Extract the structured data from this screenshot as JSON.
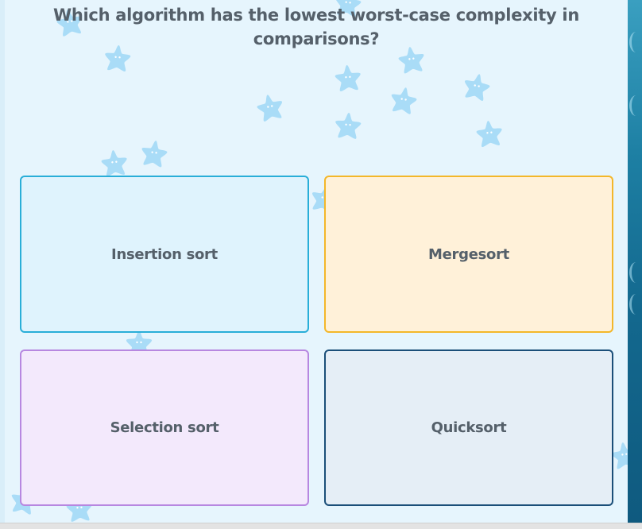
{
  "question": {
    "text": "Which algorithm has the lowest worst-case complexity in comparisons?"
  },
  "options": [
    {
      "label": "Insertion sort",
      "bg": "#dff3fd",
      "border": "#29aed8"
    },
    {
      "label": "Mergesort",
      "bg": "#fff1d9",
      "border": "#f3b72a"
    },
    {
      "label": "Selection sort",
      "bg": "#f3e9fc",
      "border": "#b787e0"
    },
    {
      "label": "Quicksort",
      "bg": "#e5eef6",
      "border": "#1b4f79"
    }
  ],
  "colors": {
    "background": "#e6f5fd",
    "text": "#55606a",
    "star": "#a9dcf7"
  },
  "icons": {
    "decoration": "starfish-icon"
  }
}
